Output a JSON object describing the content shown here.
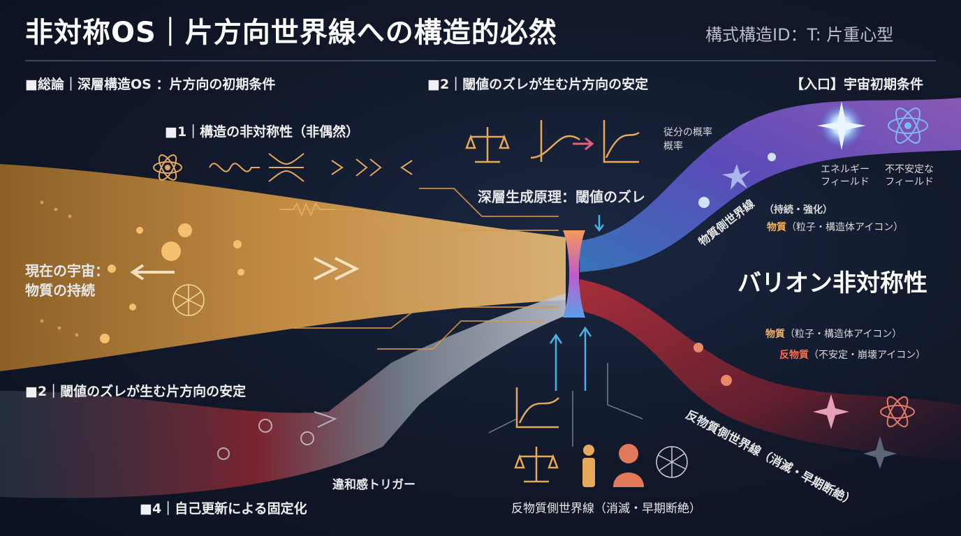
{
  "header": {
    "title": "非対称OS｜片方向世界線への構造的必然",
    "tag": "構式構造ID：T: 片重心型"
  },
  "sections": {
    "overview": "■総論｜深層構造OS ：片方向の初期条件",
    "s1": "■1｜構造の非対称性（非偶然）",
    "s2_top": "■2｜閾値のズレが生む片方向の安定",
    "s2_left": "■2｜閾値のズレが生む片方向の安定",
    "s4": "■4｜自己更新による固定化",
    "entrance": "【入口】宇宙初期条件"
  },
  "labels": {
    "present_line1": "現在の宇宙：",
    "present_line2": "物質の持続",
    "deep_principle": "深層生成原理：閾値のズレ",
    "probability_line1": "従分の概率",
    "probability_line2": "概率",
    "energy_line1": "エネルギー",
    "energy_line2": "フィールド",
    "unstable_line1": "不不安定な",
    "unstable_line2": "フィールド",
    "persist": "（持続・強化）",
    "matter_prefix_top": "物質",
    "matter_suffix_top": "（粒子・構造体アイコン）",
    "matter_worldline": "物質側世界線",
    "baryon": "バリオン非対称性",
    "matter_prefix_low": "物質",
    "matter_suffix_low": "（粒子・構造体アイコン）",
    "anti_prefix": "反物質",
    "anti_suffix": "（不安定・崩壊アイコン）",
    "anti_worldline_right": "反物質側世界線（消滅・早期断絶）",
    "trigger": "違和感トリガー",
    "anti_worldline_bottom": "反物質側世界線（消滅・早期断絶）"
  },
  "icons": {
    "atom": "atom-icon",
    "wave": "wave-icon",
    "scale": "scale-icon",
    "curve": "curve-icon",
    "person": "person-icon",
    "network": "network-icon",
    "star": "starburst-icon"
  },
  "colors": {
    "background": "#101829",
    "gold": "#e0a04a",
    "grey": "#9aa3b2",
    "red": "#b8323a",
    "blue": "#4aa6e0",
    "purple": "#7a4fd0",
    "accent_orange": "#f2b15b",
    "accent_red": "#ff6a4c"
  }
}
